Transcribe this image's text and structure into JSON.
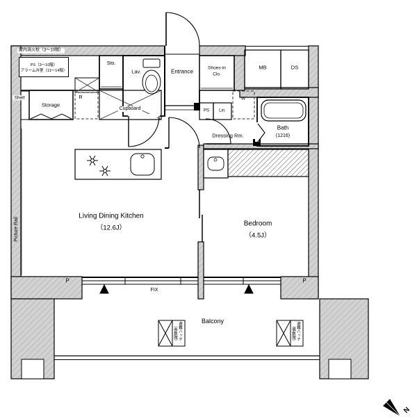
{
  "floorplan": {
    "notes": {
      "hydrant": "屋内消火栓（3～10階）",
      "ps_alarm_line1": "PS（3～10階）",
      "ps_alarm_line2": "アラーム弁室（11～14階）"
    },
    "labels": {
      "sto": "Sto.",
      "lav": "Lav.",
      "entrance": "Entrance",
      "shoes_in_clo_1": "Shoes-in",
      "shoes_in_clo_2": "Clo.",
      "mb": "MB",
      "ds": "DS",
      "shelf": "Shelf",
      "storage": "Storage",
      "fridge": "R",
      "cupboard": "Cupboard",
      "ps": "PS",
      "lin": "Lin.",
      "washer": "W",
      "dressing": "Dressing Rm.",
      "bath_1": "Bath",
      "bath_2": "(1216)",
      "ldk_1": "Living Dining Kitchen",
      "ldk_2": "（12.6J）",
      "bedroom_1": "Bedroom",
      "bedroom_2": "（4.5J）",
      "picture_rail": "Picture Rail",
      "balcony": "Balcony",
      "fix": "FIX",
      "p_left": "P",
      "p_right": "P",
      "hatch_left_1": "避難ハッチ",
      "hatch_left_2": "（奇数階）",
      "hatch_right_1": "避難ハッチ",
      "hatch_right_2": "（偶数階）",
      "north": "N"
    }
  }
}
